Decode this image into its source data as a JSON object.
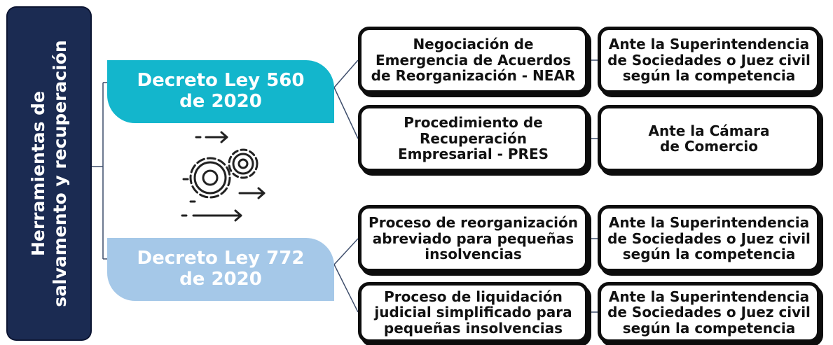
{
  "root": {
    "label": "Herramientas de\nsalvamento y recuperación"
  },
  "decrees": [
    {
      "title": "Decreto Ley 560\nde 2020",
      "color": "#13b6cc",
      "procedures": [
        {
          "name": "Negociación de\nEmergencia de Acuerdos\nde Reorganización - NEAR",
          "authority": "Ante la Superintendencia\nde Sociedades o Juez civil\nsegún la competencia"
        },
        {
          "name": "Procedimiento de\nRecuperación\nEmpresarial - PRES",
          "authority": "Ante la Cámara\nde Comercio"
        }
      ]
    },
    {
      "title": "Decreto Ley 772\nde 2020",
      "color": "#a5c8e8",
      "procedures": [
        {
          "name": "Proceso de reorganización\nabreviado para pequeñas\ninsolvencias",
          "authority": "Ante la Superintendencia\nde Sociedades o Juez civil\nsegún la competencia"
        },
        {
          "name": "Proceso de liquidación\njudicial simplificado para\npequeñas insolvencias",
          "authority": "Ante la Superintendencia\nde Sociedades o Juez civil\nsegún la competencia"
        }
      ]
    }
  ],
  "icon": "gears-arrows-icon",
  "colors": {
    "root": "#1b2b52",
    "border": "#0d0d0d",
    "connector": "#3d4d6b"
  }
}
